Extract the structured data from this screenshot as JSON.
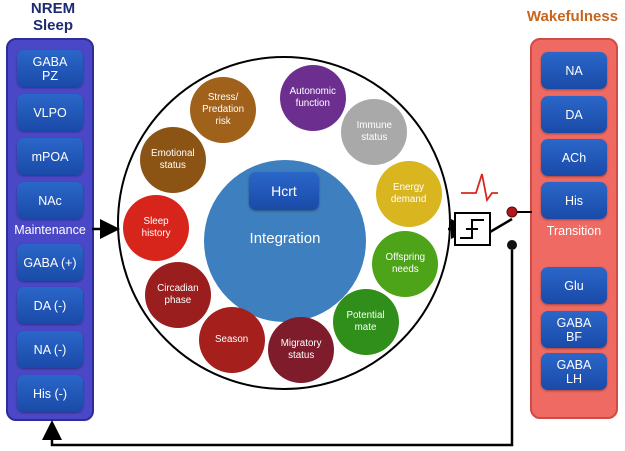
{
  "nrem": {
    "title": "NREM\nSleep",
    "buttons": [
      "GABA\nPZ",
      "VLPO",
      "mPOA",
      "NAc",
      "GABA (+)",
      "DA (-)",
      "NA (-)",
      "His (-)"
    ],
    "label": "Maintenance"
  },
  "wake": {
    "title": "Wakefulness",
    "buttons": [
      "NA",
      "DA",
      "ACh",
      "His",
      "Glu",
      "GABA\nBF",
      "GABA\nLH"
    ],
    "label": "Transition"
  },
  "center": {
    "hub_label": "Integration",
    "hcrt_label": "Hcrt"
  },
  "nodes": [
    {
      "label": "Autonomic\nfunction",
      "color": "#6d2f8f"
    },
    {
      "label": "Immune\nstatus",
      "color": "#a9a9a9"
    },
    {
      "label": "Energy\ndemand",
      "color": "#d9b51f"
    },
    {
      "label": "Offspring\nneeds",
      "color": "#4ea419"
    },
    {
      "label": "Potential\nmate",
      "color": "#2f8f1a"
    },
    {
      "label": "Migratory\nstatus",
      "color": "#7f1c2b"
    },
    {
      "label": "Season",
      "color": "#a5201c"
    },
    {
      "label": "Circadian\nphase",
      "color": "#9a1e1e"
    },
    {
      "label": "Sleep\nhistory",
      "color": "#d8251c"
    },
    {
      "label": "Emotional\nstatus",
      "color": "#8c5414"
    },
    {
      "label": "Stress/\nPredation\nrisk",
      "color": "#a0611b"
    }
  ]
}
